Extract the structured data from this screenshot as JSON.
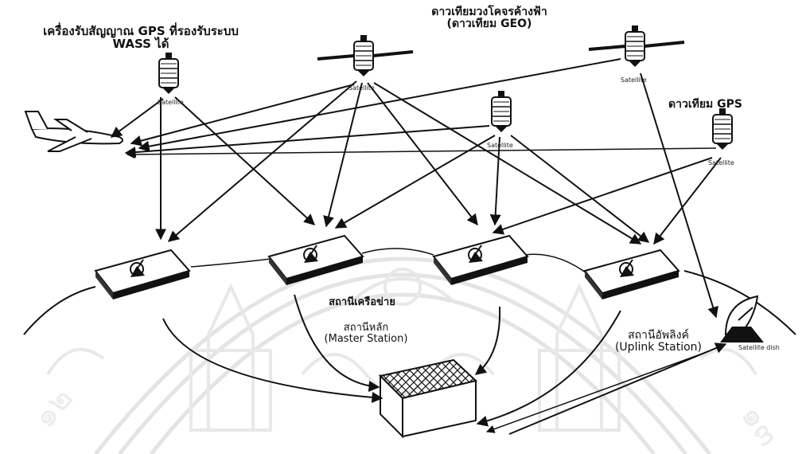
{
  "labels": {
    "receiver": "เครื่องรับสัญญาณ GPS ที่รองรับระบบ\nWASS ได้",
    "geo_satellite": "ดาวเทียมวงโคจรค้างฟ้า\n(ดาวเทียม GEO)",
    "gps_satellite": "ดาวเทียม GPS",
    "reference_station": "สถานีเครือข่าย",
    "master_station": "สถานีหลัก\n(Master Station)",
    "uplink_station": "สถานีอัพลิงค์\n(Uplink Station)",
    "satellite_dish": "Satellite dish",
    "satellite_tag": "Satellite"
  },
  "colors": {
    "ink": "#111111",
    "watermark": "#e6e6e6",
    "ground": "#f4f4f4"
  },
  "icons": [
    "satellite-icon",
    "airplane-icon",
    "ground-station-icon",
    "satellite-dish-icon",
    "master-station-icon"
  ]
}
